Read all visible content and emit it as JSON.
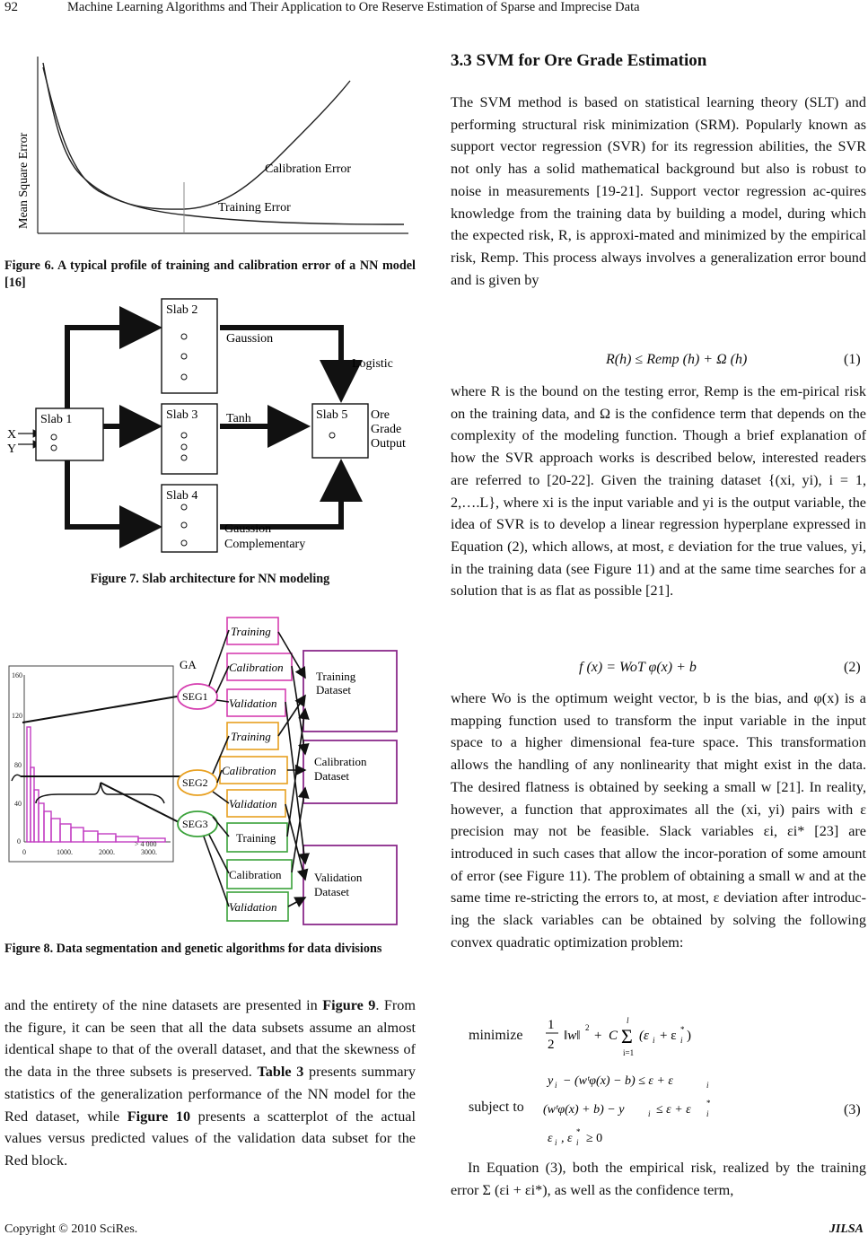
{
  "header": {
    "page_number": "92",
    "running_title": "Machine Learning Algorithms and Their Application to Ore Reserve Estimation of Sparse and Imprecise Data"
  },
  "fig6": {
    "ylabel": "Mean Square Error",
    "calibration_label": "Calibration Error",
    "training_label": "Training Error",
    "caption": "Figure 6. A typical profile of training and calibration error of a NN model [16]"
  },
  "fig7": {
    "slab1": "Slab 1",
    "slab2": "Slab 2",
    "slab3": "Slab 3",
    "slab4": "Slab 4",
    "slab5": "Slab 5",
    "input_x": "X",
    "input_y": "Y",
    "gaussion": "Gaussion",
    "tanh": "Tanh",
    "logistic": "Logistic",
    "gauss_comp_1": "Gaussion",
    "gauss_comp_2": "Complementary",
    "output_1": "Ore",
    "output_2": "Grade",
    "output_3": "Output",
    "caption": "Figure 7. Slab architecture for NN modeling"
  },
  "fig8": {
    "ga": "GA",
    "seg1": "SEG1",
    "seg2": "SEG2",
    "seg3": "SEG3",
    "training": "Training",
    "calibration": "Calibration",
    "validation": "Validation",
    "training_dataset_1": "Training",
    "training_dataset_2": "Dataset",
    "calibration_dataset_1": "Calibration",
    "calibration_dataset_2": "Dataset",
    "validation_dataset_1": "Validation",
    "validation_dataset_2": "Dataset",
    "y_ticks": [
      "160",
      "120",
      "80",
      "40",
      "0"
    ],
    "x_ticks": [
      "0",
      "1000.",
      "2000.",
      "3000."
    ],
    "overflow_label": "> 4 000",
    "caption": "Figure 8. Data segmentation and genetic algorithms for data divisions"
  },
  "left_body": {
    "t1": "and the entirety of the nine datasets are presented in ",
    "fig9": "Figure 9",
    "t2": ". From the figure, it can be seen that all the data subsets assume an almost identical shape to that of the overall dataset, and that the skewness of the data in the three subsets is preserved. ",
    "table3": "Table 3",
    "t3": " presents summary statistics of the generalization performance of the NN model for the Red dataset, while ",
    "fig10": "Figure 10",
    "t4": " presents a scatterplot of the actual values versus predicted values of the validation data subset for the Red block."
  },
  "right": {
    "section_title": "3.3 SVM for Ore Grade Estimation",
    "p1": "The SVM method is based on statistical learning theory (SLT) and performing structural risk minimization (SRM). Popularly known as support vector regression (SVR) for its regression abilities, the SVR not only has a solid mathematical background but also is robust to noise in measurements [19-21]. Support vector regression ac-quires knowledge from the training data by building a model, during which the expected risk, R, is approxi-mated and minimized by the empirical risk, Remp. This process always involves a generalization error bound and is given by",
    "eq1": "R(h) ≤ Remp (h) + Ω (h)",
    "eq1_num": "(1)",
    "p2": "where R is the bound on the testing error, Remp is the em-pirical risk on the training data, and Ω is the confidence term that depends on the complexity of the modeling function. Though a brief explanation of how the SVR approach works is described below, interested readers are referred to [20-22]. Given the training dataset {(xi, yi), i = 1, 2,….L}, where xi is the input variable and yi is the output variable, the idea of SVR is to develop a linear regression hyperplane expressed in Equation (2), which allows, at most, ε deviation for the true values, yi, in the training data (see Figure 11) and at the same time searches for a solution that is as flat as possible [21].",
    "eq2": "f (x) = WoT φ(x) + b",
    "eq2_num": "(2)",
    "p3": "where Wo is the optimum weight vector, b is the bias, and φ(x) is a mapping function used to transform the input variable in the input space to a higher dimensional fea-ture space. This transformation allows the handling of any nonlinearity that might exist in the data. The desired flatness is obtained by seeking a small w [21]. In reality, however, a function that approximates all the (xi, yi) pairs with ε precision may not be feasible. Slack variables εi, εi* [23] are introduced in such cases that allow the incor-poration of some amount of error (see Figure 11). The problem of obtaining a small w and at the same time re-stricting the errors to, at most, ε deviation after introduc-ing the slack variables can be obtained by solving the following convex quadratic optimization problem:",
    "minimize": "minimize",
    "subject_to": "subject to",
    "eq3_num": "(3)",
    "p4": "In Equation (3), both the empirical risk, realized by the training error Σ (εi + εi*), as well as the confidence term,"
  },
  "footer": {
    "copyright": "Copyright © 2010 SciRes.",
    "journal": "JILSA"
  }
}
